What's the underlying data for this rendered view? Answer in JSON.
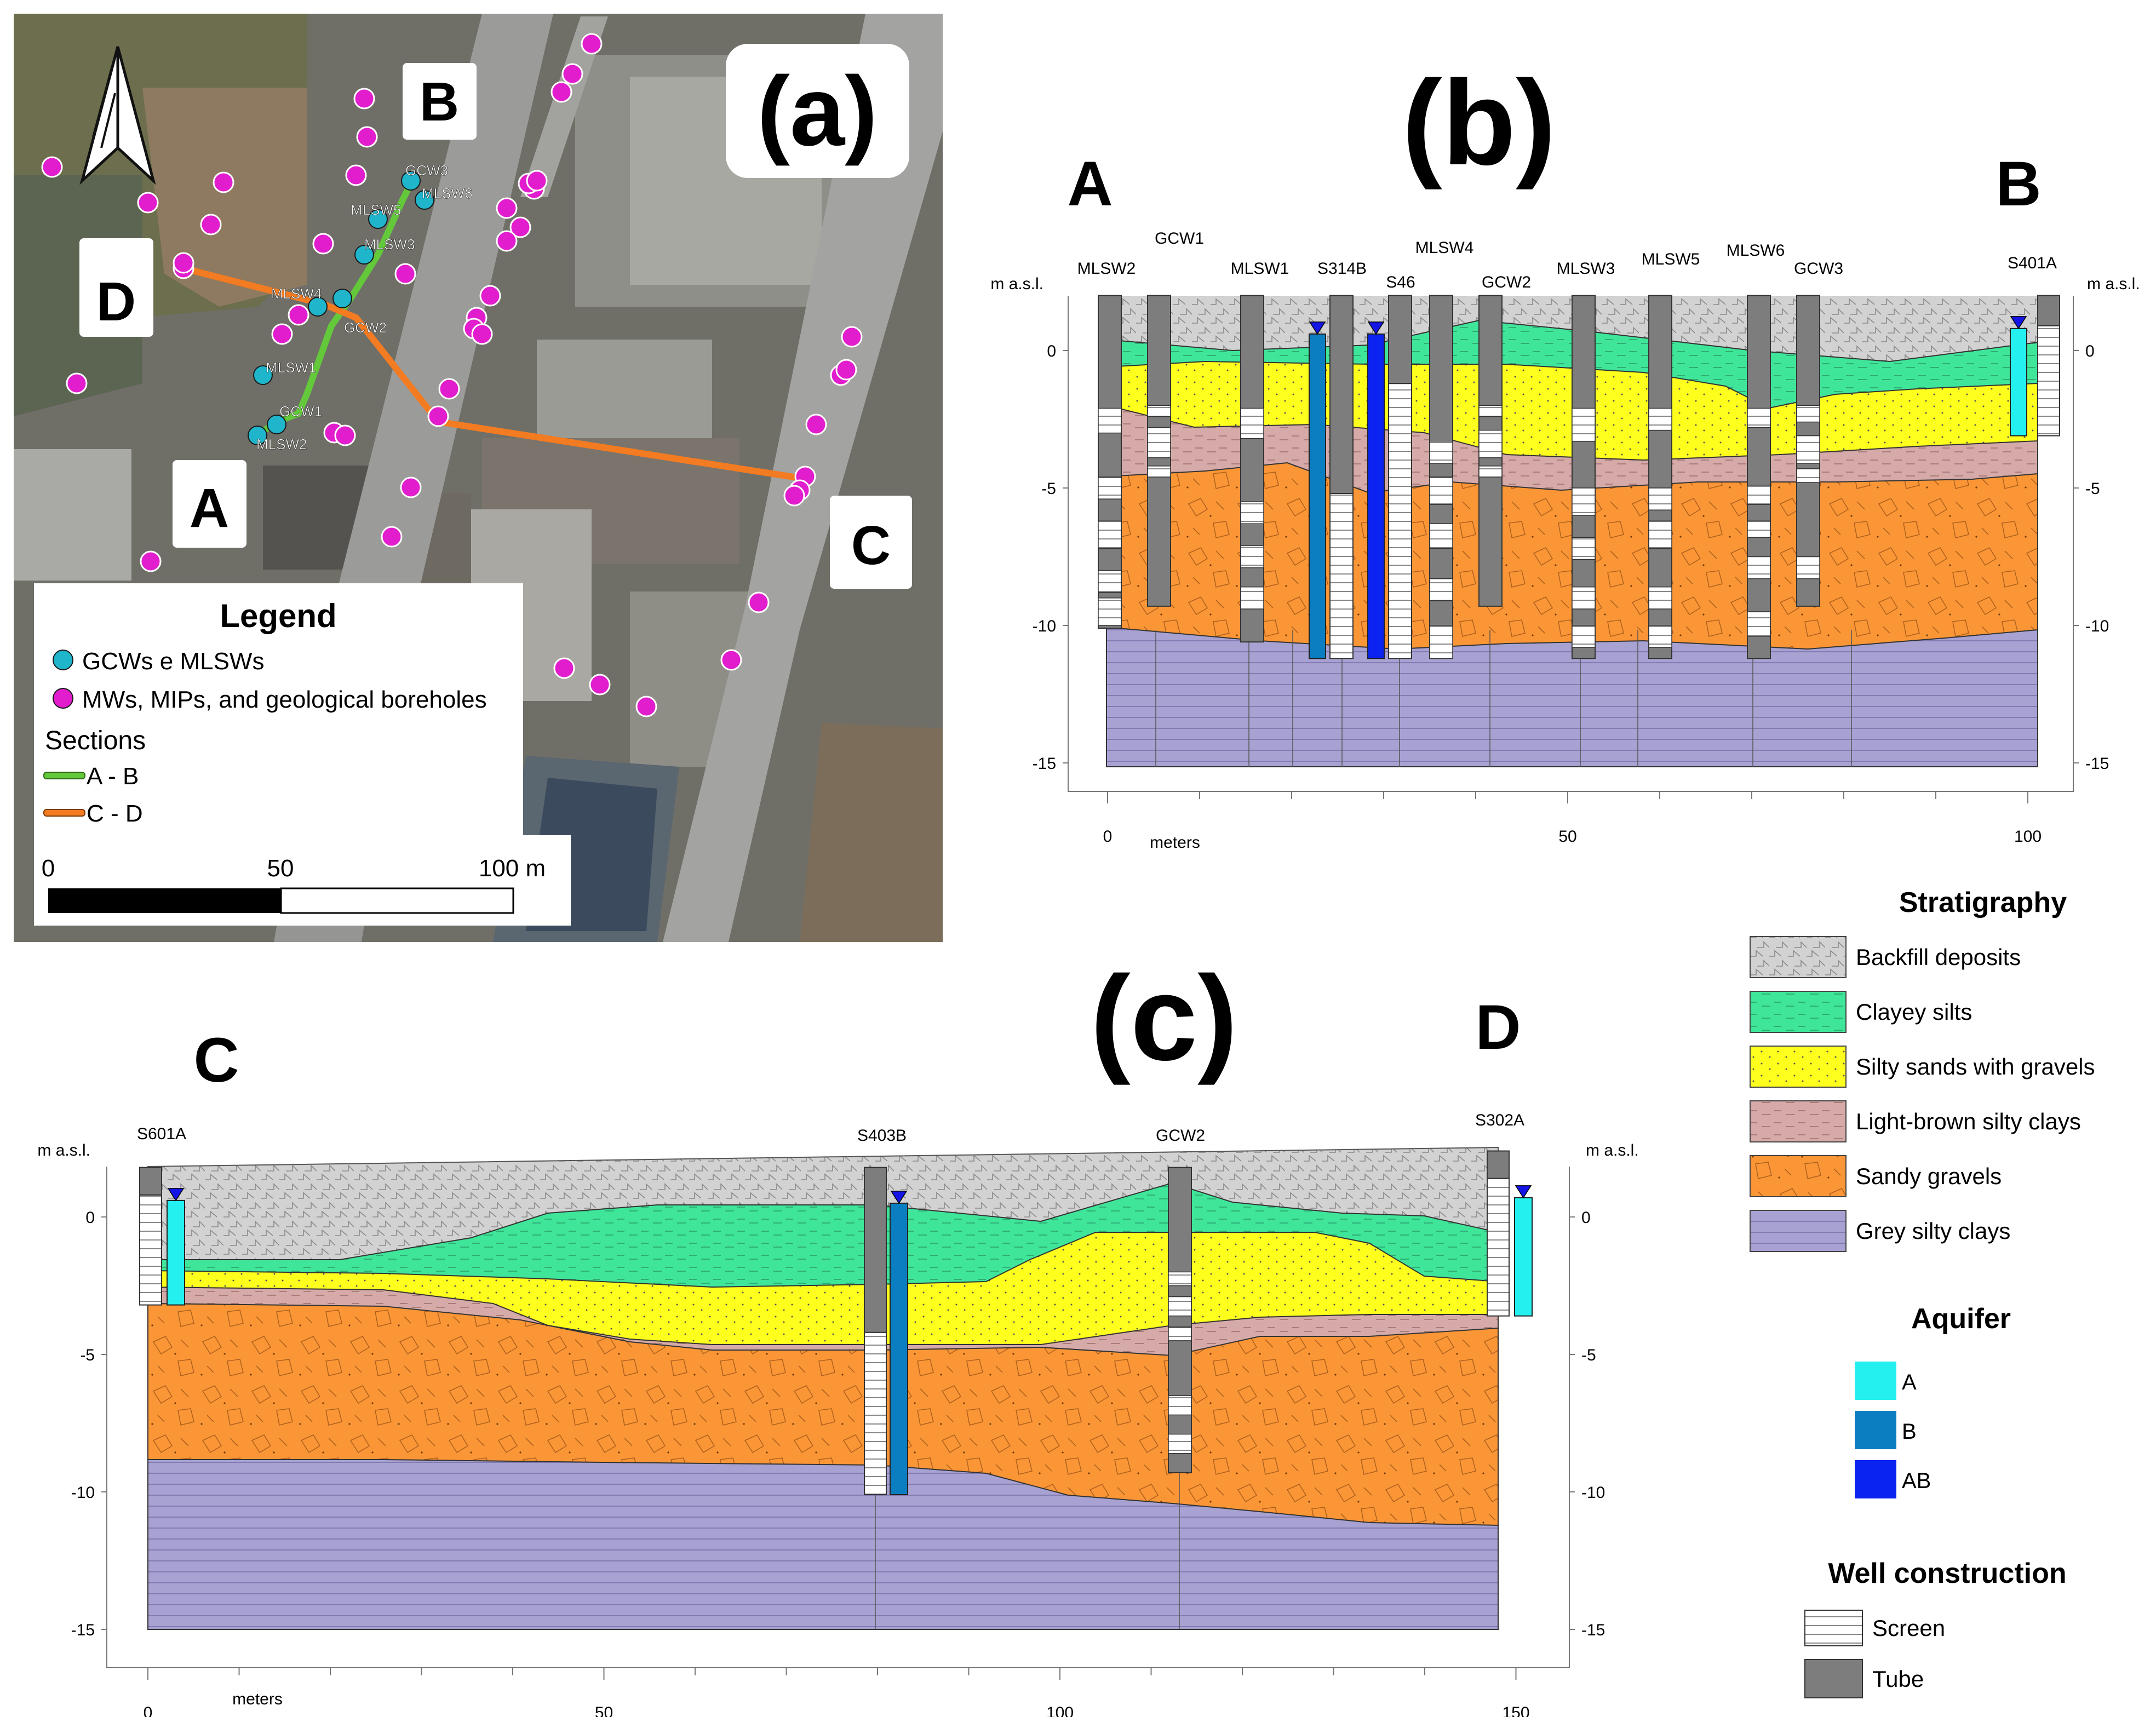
{
  "panel_a": {
    "label": "(a)",
    "points": {
      "A": "A",
      "B": "B",
      "C": "C",
      "D": "D"
    },
    "wells": [
      "GCW3",
      "MLSW6",
      "MLSW5",
      "MLSW3",
      "GCW2",
      "MLSW4",
      "MLSW1",
      "GCW1",
      "MLSW2"
    ],
    "legend": {
      "title": "Legend",
      "item_wells": "GCWs e MLSWs",
      "item_boreholes": "MWs, MIPs, and geological boreholes",
      "sections_title": "Sections",
      "section_ab": "A - B",
      "section_cd": "C - D"
    },
    "scale": {
      "t0": "0",
      "t1": "50",
      "t2": "100 m"
    },
    "colors": {
      "wells": "#1fb6cc",
      "boreholes": "#e11dcd",
      "section_ab": "#63c93a",
      "section_cd": "#f37b21"
    }
  },
  "panel_b": {
    "label": "(b)",
    "left_end": "A",
    "right_end": "B",
    "unit": "m a.s.l.",
    "xlabel": "meters",
    "x_ticks": [
      "0",
      "50",
      "100"
    ],
    "y_ticks": [
      "0",
      "-5",
      "-10",
      "-15"
    ],
    "wells": [
      "MLSW2",
      "GCW1",
      "MLSW1",
      "S314B",
      "S46",
      "MLSW4",
      "GCW2",
      "MLSW3",
      "MLSW5",
      "MLSW6",
      "GCW3",
      "S401A"
    ]
  },
  "panel_c": {
    "label": "(c)",
    "left_end": "C",
    "right_end": "D",
    "unit": "m a.s.l.",
    "xlabel": "meters",
    "x_ticks": [
      "0",
      "50",
      "100",
      "150"
    ],
    "y_ticks": [
      "0",
      "-5",
      "-10",
      "-15"
    ],
    "wells": [
      "S601A",
      "S403B",
      "GCW2",
      "S302A"
    ]
  },
  "legend": {
    "stratigraphy_title": "Stratigraphy",
    "strata": [
      {
        "name": "Backfill deposits",
        "color": "#d2d2d2"
      },
      {
        "name": "Clayey silts",
        "color": "#3fe69a"
      },
      {
        "name": "Silty sands with gravels",
        "color": "#ffff1e"
      },
      {
        "name": "Light-brown silty clays",
        "color": "#d6aaa8"
      },
      {
        "name": "Sandy gravels",
        "color": "#fb9637"
      },
      {
        "name": "Grey silty clays",
        "color": "#a7a2d2"
      }
    ],
    "aquifer_title": "Aquifer",
    "aquifers": [
      {
        "name": "A",
        "color": "#25f0f0"
      },
      {
        "name": "B",
        "color": "#0b7ec2"
      },
      {
        "name": "AB",
        "color": "#0a23f0"
      }
    ],
    "well_title": "Well construction",
    "screen": "Screen",
    "tube": "Tube",
    "tube_color": "#7d7d7d"
  }
}
